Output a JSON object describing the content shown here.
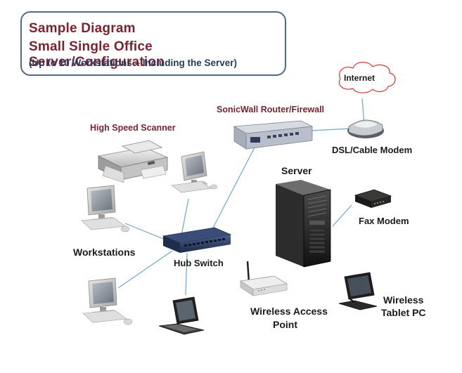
{
  "title": {
    "line1": "Sample Diagram",
    "line2": "Small Single Office Server/Configuration",
    "line3": "(Up to 10 Workstations – Including the Server)"
  },
  "nodes": {
    "internet": "Internet",
    "router": "SonicWall Router/Firewall",
    "modem": "DSL/Cable Modem",
    "scanner": "High Speed Scanner",
    "server": "Server",
    "fax": "Fax Modem",
    "workstations": "Workstations",
    "hub": "Hub Switch",
    "wap_line1": "Wireless Access",
    "wap_line2": "Point",
    "tablet_line1": "Wireless",
    "tablet_line2": "Tablet PC"
  },
  "colors": {
    "title_red": "#7b2330",
    "title_blue": "#243a5e",
    "box_border": "#4d6b8c",
    "connector": "#6fa7c8"
  }
}
